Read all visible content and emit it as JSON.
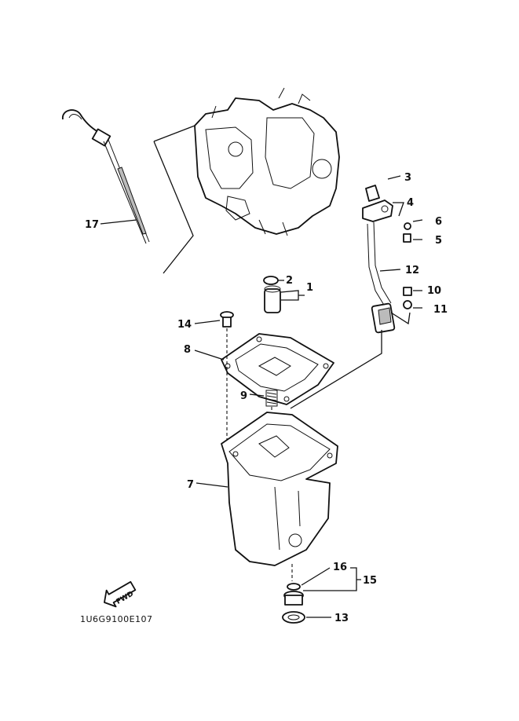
{
  "diagram": {
    "code": "1U6G9100E107",
    "fwd_label": "FWD",
    "callouts": [
      "1",
      "2",
      "3",
      "4",
      "5",
      "6",
      "7",
      "8",
      "9",
      "10",
      "11",
      "12",
      "13",
      "14",
      "15",
      "16",
      "17"
    ]
  }
}
